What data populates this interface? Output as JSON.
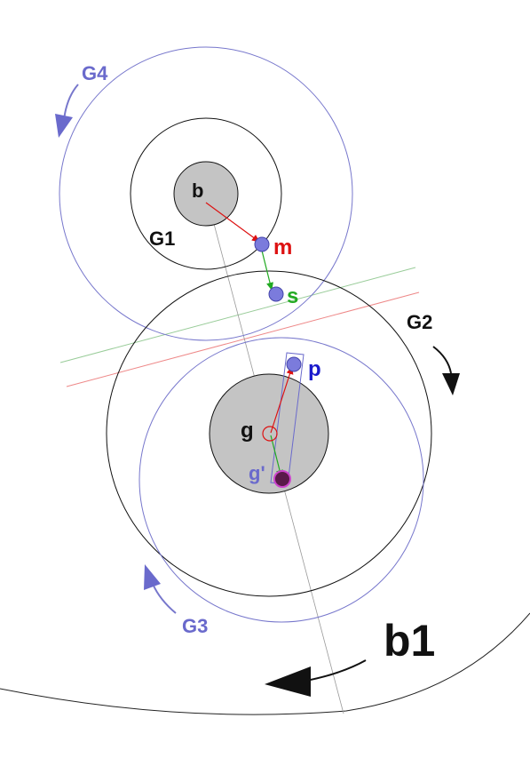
{
  "labels": {
    "G1": "G1",
    "G2": "G2",
    "G3": "G3",
    "G4": "G4",
    "b": "b",
    "m": "m",
    "s": "s",
    "p": "p",
    "g": "g",
    "g_prime": "g'",
    "b1": "b1"
  },
  "colors": {
    "black": "#111111",
    "blue_orbit": "#7777cc",
    "blue_label": "#6a6acc",
    "red": "#dd1111",
    "green": "#22aa22",
    "pink_line": "#ee8888",
    "lightgreen_line": "#99cc99",
    "hub_fill": "#c4c4c4",
    "marker_fill": "#7b7bdc",
    "p_label": "#1a1acc",
    "gprime_fill": "#5a1a4a",
    "gprime_ring": "#cc44cc"
  }
}
